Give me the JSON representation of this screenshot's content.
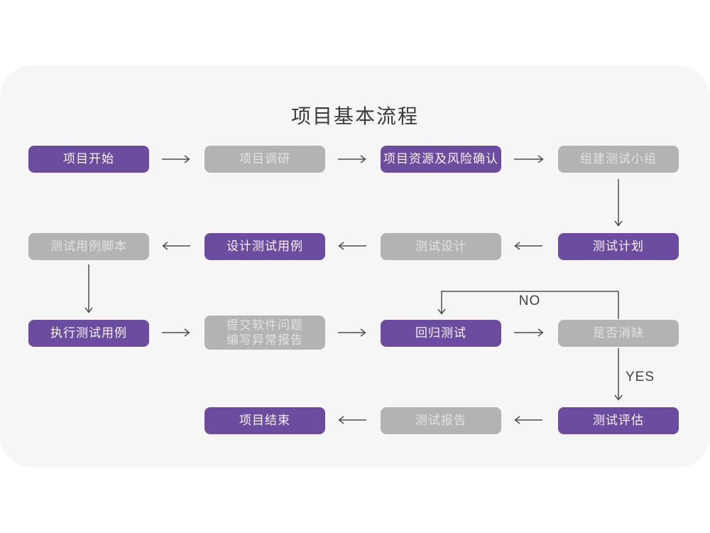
{
  "title": "项目基本流程",
  "colors": {
    "purple": "#6b4c9e",
    "gray": "#b3b3b3",
    "card_background": "#f6f6f6",
    "arrow": "#4f4f4f",
    "purple_text": "#f7f4fa",
    "gray_text": "#e3e2e2"
  },
  "nodes": [
    {
      "id": "project-start",
      "label": "项目开始",
      "variant": "purple"
    },
    {
      "id": "project-research",
      "label": "项目调研",
      "variant": "gray"
    },
    {
      "id": "resource-risk-confirm",
      "label": "项目资源及风险确认",
      "variant": "purple"
    },
    {
      "id": "build-test-team",
      "label": "组建测试小组",
      "variant": "gray"
    },
    {
      "id": "test-case-script",
      "label": "测试用例脚本",
      "variant": "gray"
    },
    {
      "id": "design-test-case",
      "label": "设计测试用例",
      "variant": "purple"
    },
    {
      "id": "test-design",
      "label": "测试设计",
      "variant": "gray"
    },
    {
      "id": "test-plan",
      "label": "测试计划",
      "variant": "purple"
    },
    {
      "id": "execute-test-case",
      "label": "执行测试用例",
      "variant": "purple"
    },
    {
      "id": "submit-issue-report",
      "label": "提交软件问题\n编写异常报告",
      "variant": "gray"
    },
    {
      "id": "regression-test",
      "label": "回归测试",
      "variant": "purple"
    },
    {
      "id": "defect-cleared",
      "label": "是否消缺",
      "variant": "gray"
    },
    {
      "id": "test-evaluation",
      "label": "测试评估",
      "variant": "purple"
    },
    {
      "id": "test-report",
      "label": "测试报告",
      "variant": "gray"
    },
    {
      "id": "project-end",
      "label": "项目结束",
      "variant": "purple"
    }
  ],
  "edge_labels": {
    "no": "NO",
    "yes": "YES"
  }
}
